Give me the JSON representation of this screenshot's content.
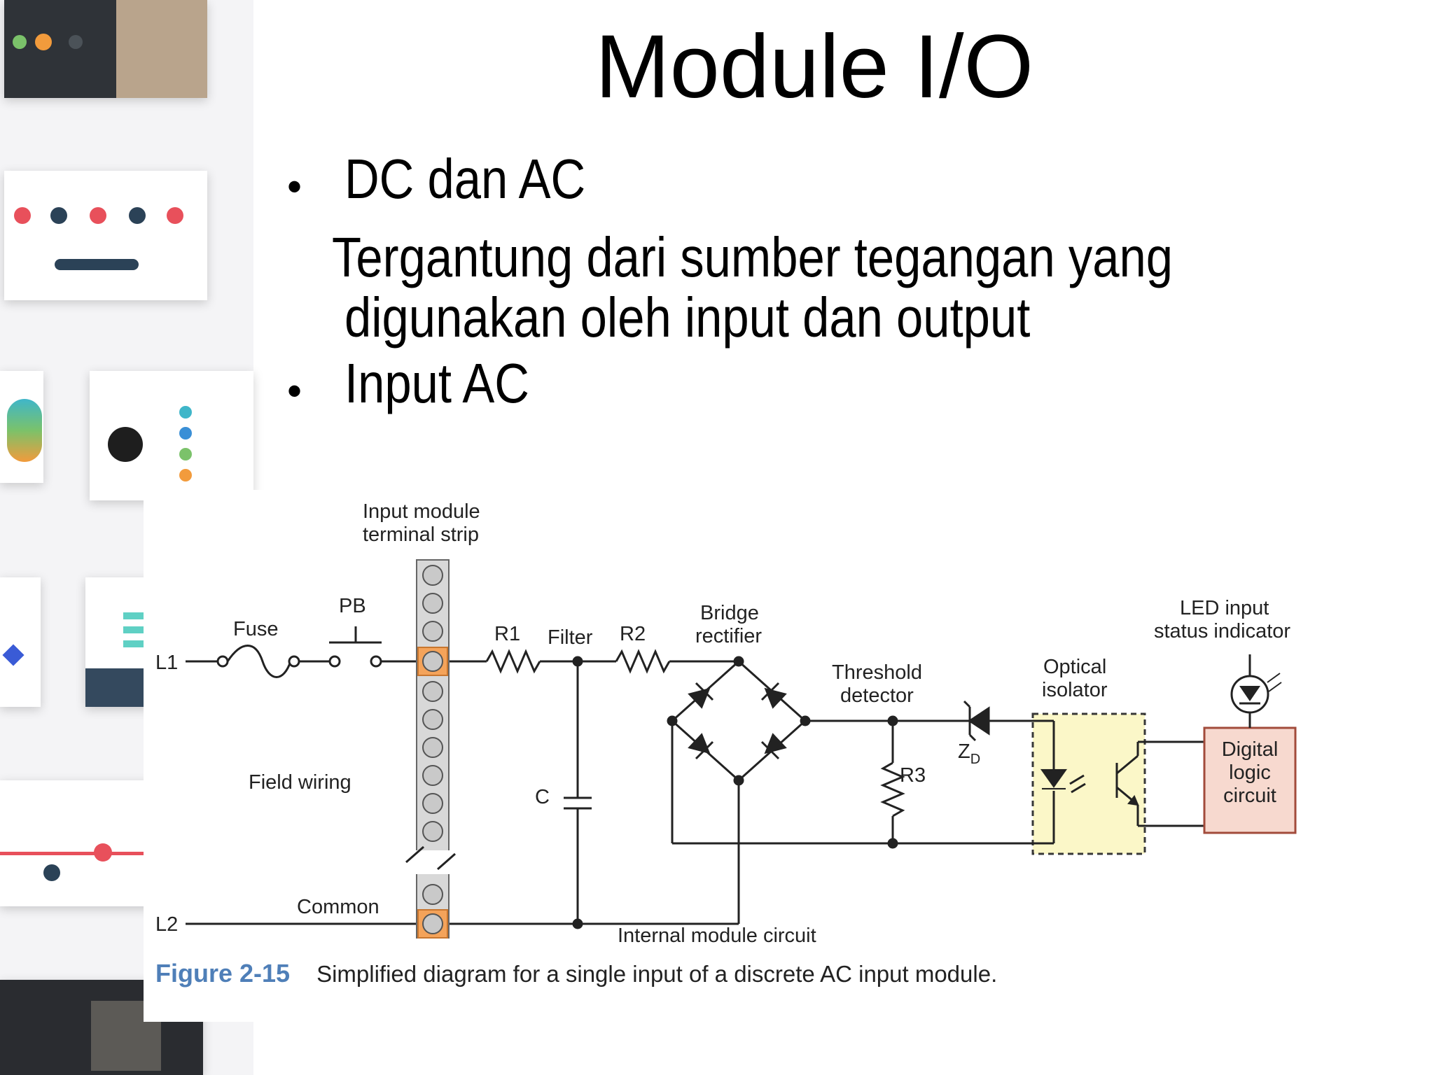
{
  "slide": {
    "title": "Module I/O",
    "bullets": [
      {
        "marker": "•",
        "text": "DC dan AC"
      },
      {
        "marker": "",
        "text": "Tergantung dari sumber tegangan yang"
      },
      {
        "marker": "",
        "text": "digunakan oleh input dan output"
      },
      {
        "marker": "•",
        "text": "Input AC"
      }
    ]
  },
  "diagram": {
    "labels": {
      "terminal_strip_1": "Input module",
      "terminal_strip_2": "terminal strip",
      "pb": "PB",
      "fuse": "Fuse",
      "l1": "L1",
      "l2": "L2",
      "r1": "R1",
      "filter": "Filter",
      "r2": "R2",
      "bridge_1": "Bridge",
      "bridge_2": "rectifier",
      "threshold_1": "Threshold",
      "threshold_2": "detector",
      "zd": "Z",
      "zd_sub": "D",
      "optical_1": "Optical",
      "optical_2": "isolator",
      "led_1": "LED input",
      "led_2": "status indicator",
      "digital_1": "Digital",
      "digital_2": "logic",
      "digital_3": "circuit",
      "r3": "R3",
      "c": "C",
      "field_wiring": "Field wiring",
      "common": "Common",
      "internal": "Internal module circuit"
    },
    "colors": {
      "terminal_highlight": "#f4a35a",
      "isolator_fill": "#fbf7c3",
      "logic_fill": "#f7d9cf",
      "logic_border": "#a24b3b",
      "caption_accent": "#4f7fb8"
    }
  },
  "caption": {
    "number": "Figure 2-15",
    "text": "Simplified diagram for a single input of a discrete AC input module."
  }
}
